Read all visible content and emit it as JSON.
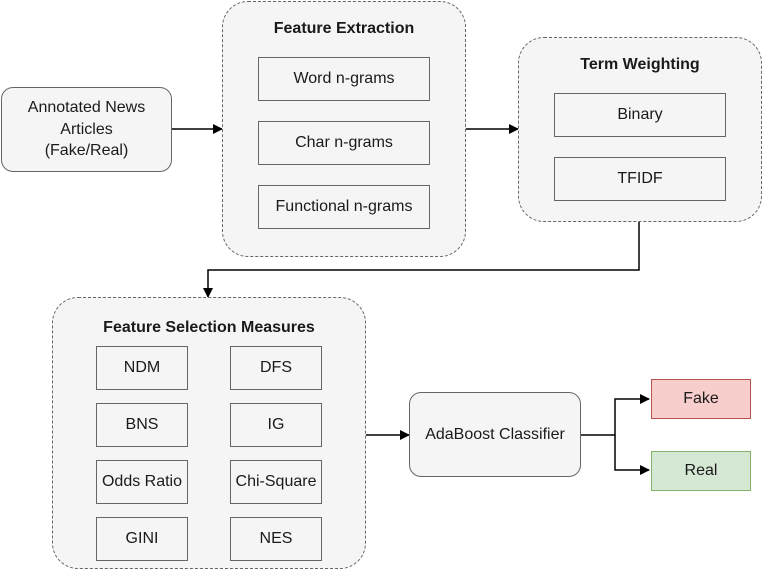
{
  "input": {
    "label": "Annotated News Articles (Fake/Real)"
  },
  "feature_extraction": {
    "title": "Feature Extraction",
    "items": [
      "Word n-grams",
      "Char n-grams",
      "Functional n-grams"
    ]
  },
  "term_weighting": {
    "title": "Term Weighting",
    "items": [
      "Binary",
      "TFIDF"
    ]
  },
  "feature_selection": {
    "title": "Feature Selection Measures",
    "items": [
      "NDM",
      "DFS",
      "BNS",
      "IG",
      "Odds Ratio",
      "Chi-Square",
      "GINI",
      "NES"
    ]
  },
  "classifier": {
    "label": "AdaBoost Classifier"
  },
  "outputs": {
    "fake": "Fake",
    "real": "Real"
  },
  "colors": {
    "fake_fill": "#f8cecc",
    "real_fill": "#d5e8d4",
    "node_fill": "#f5f5f5"
  }
}
